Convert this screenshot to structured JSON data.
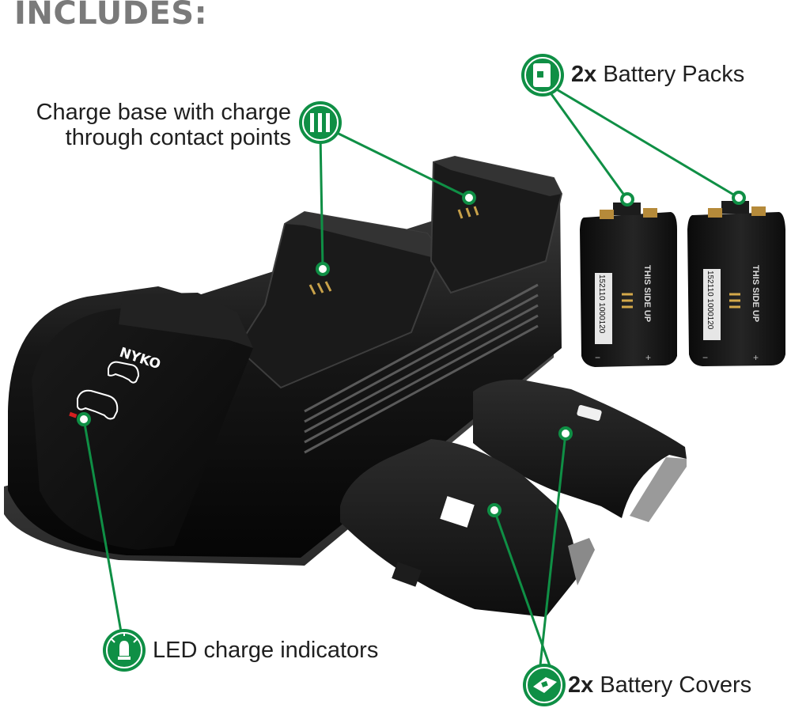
{
  "header": {
    "title": "INCLUDES:"
  },
  "callouts": {
    "charge_base": {
      "line1": "Charge base with charge",
      "line2": "through contact points",
      "icon": "contact-pins-icon"
    },
    "battery_packs": {
      "qty": "2x",
      "label": "Battery Packs",
      "icon": "battery-pack-icon"
    },
    "led": {
      "label": "LED charge indicators",
      "icon": "led-light-icon"
    },
    "battery_covers": {
      "qty": "2x",
      "label": "Battery Covers",
      "icon": "battery-cover-icon"
    }
  },
  "product": {
    "brand": "NYKO",
    "battery_serial": "152110 1000120",
    "battery_print": "THIS SIDE UP",
    "battery_minus": "−",
    "battery_plus": "+"
  },
  "colors": {
    "accent_green": "#0f8f45",
    "title_gray": "#7a7a7a",
    "product_black": "#141414"
  }
}
